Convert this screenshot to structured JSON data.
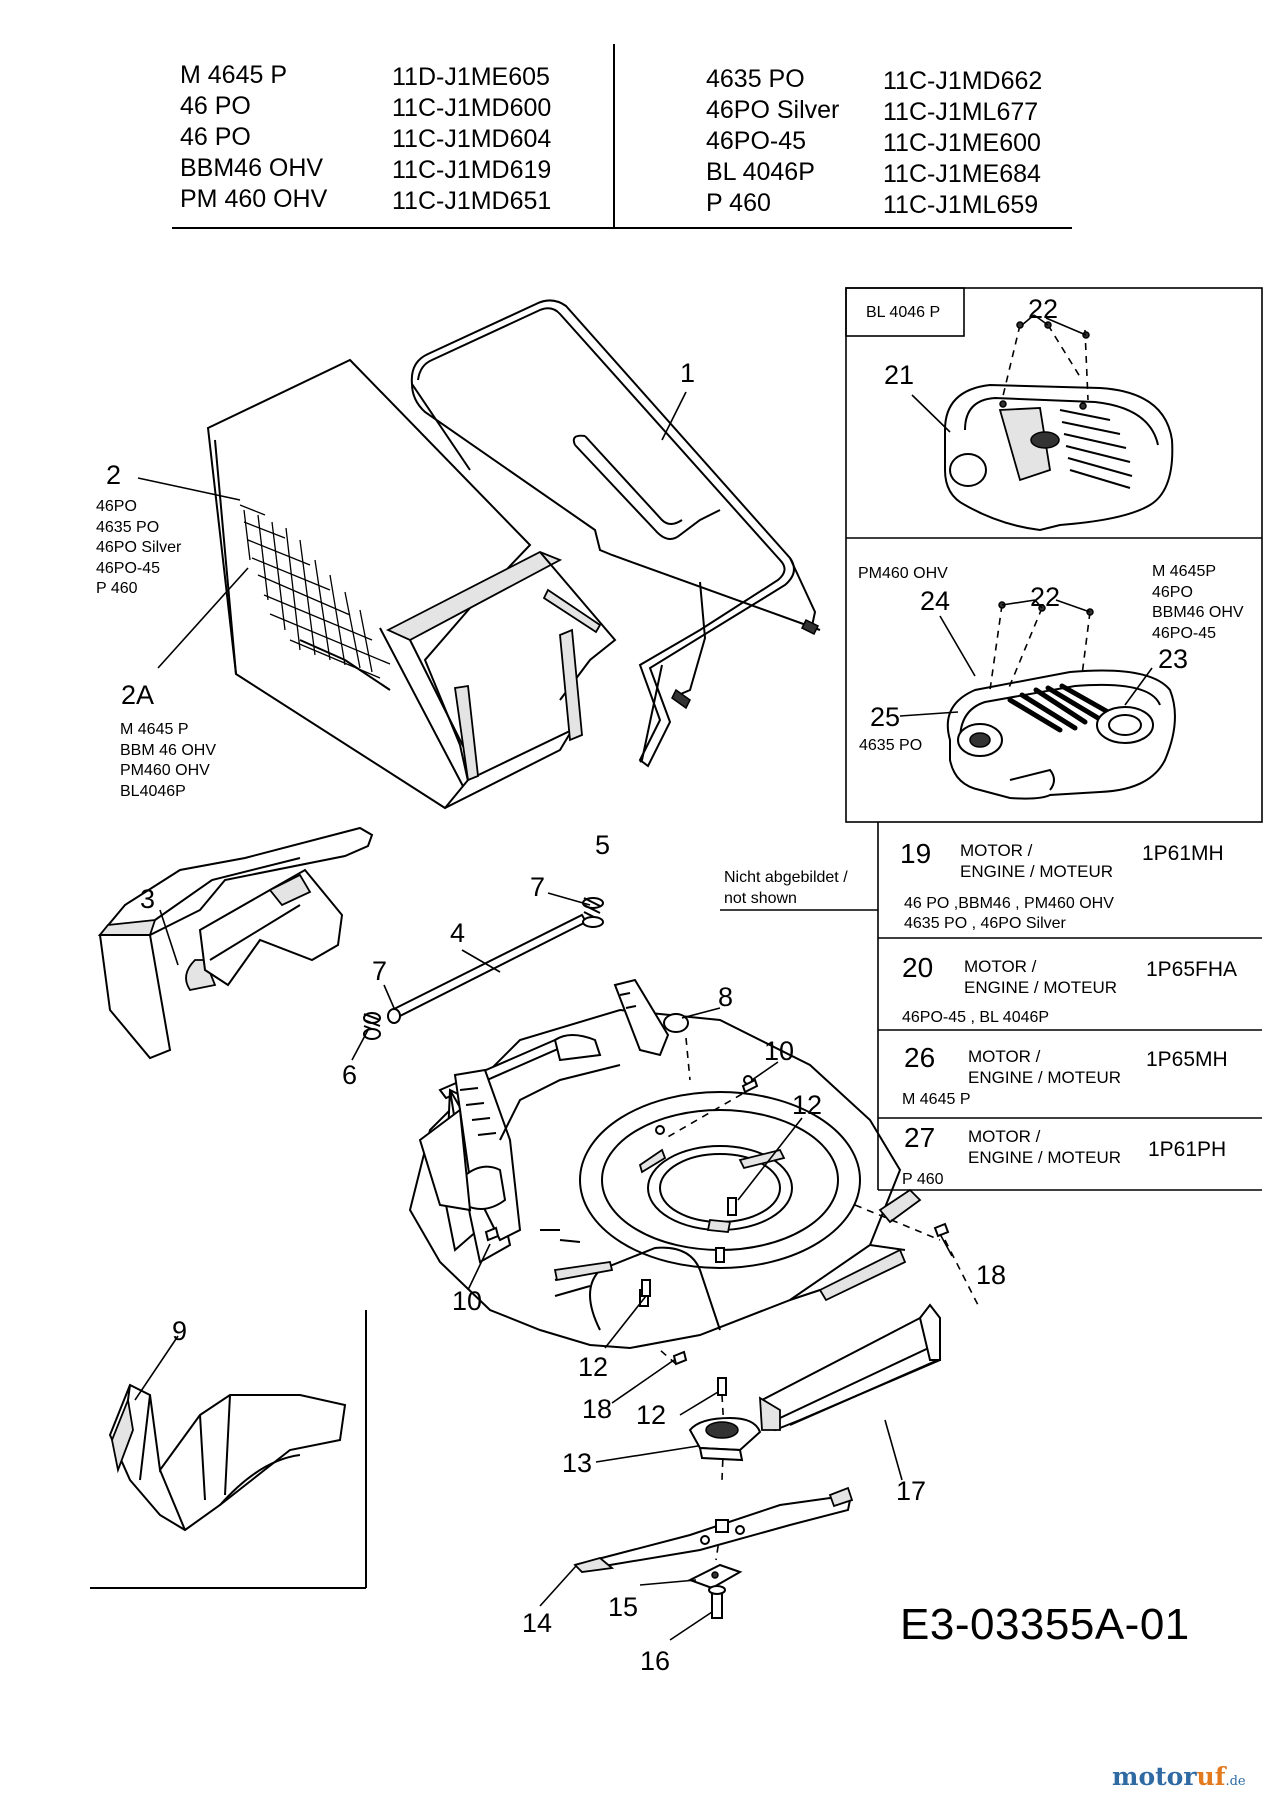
{
  "models_left": [
    {
      "model": "M 4645 P",
      "code": "11D-J1ME605"
    },
    {
      "model": "46 PO",
      "code": "11C-J1MD600"
    },
    {
      "model": "46 PO",
      "code": "11C-J1MD604"
    },
    {
      "model": "BBM46 OHV",
      "code": "11C-J1MD619"
    },
    {
      "model": "PM 460 OHV",
      "code": "11C-J1MD651"
    }
  ],
  "models_right": [
    {
      "model": "4635 PO",
      "code": "11C-J1MD662"
    },
    {
      "model": "46PO Silver",
      "code": "11C-J1ML677"
    },
    {
      "model": "46PO-45",
      "code": "11C-J1ME600"
    },
    {
      "model": "BL 4046P",
      "code": "11C-J1ME684"
    },
    {
      "model": "P 460",
      "code": "11C-J1ML659"
    }
  ],
  "callouts": {
    "c1": "1",
    "c2": "2",
    "c2a": "2A",
    "c3": "3",
    "c4": "4",
    "c5": "5",
    "c6": "6",
    "c7a": "7",
    "c7b": "7",
    "c8": "8",
    "c9": "9",
    "c10a": "10",
    "c10b": "10",
    "c12a": "12",
    "c12b": "12",
    "c12c": "12",
    "c13": "13",
    "c14": "14",
    "c15": "15",
    "c16": "16",
    "c17": "17",
    "c18a": "18",
    "c18b": "18",
    "c21": "21",
    "c22a": "22",
    "c22b": "22",
    "c23": "23",
    "c24": "24",
    "c25": "25"
  },
  "notes": {
    "grassbag_models": [
      "46PO",
      "4635 PO",
      "46PO Silver",
      "46PO-45",
      "P 460"
    ],
    "grassbag_2a_models": [
      "M 4645 P",
      "BBM 46 OHV",
      "PM460 OHV",
      "BL4046P"
    ],
    "box_bl4046p": "BL 4046 P",
    "pm460": "PM460 OHV",
    "cover_models": [
      "M 4645P",
      "46PO",
      "BBM46 OHV",
      "46PO-45"
    ],
    "c25_model": "4635 PO",
    "not_shown": [
      "Nicht abgebildet /",
      "not shown"
    ]
  },
  "engines": [
    {
      "num": "19",
      "label1": "MOTOR /",
      "label2": "ENGINE / MOTEUR",
      "code": "1P61MH",
      "models": [
        "46 PO ,BBM46 , PM460 OHV",
        "4635 PO , 46PO Silver"
      ]
    },
    {
      "num": "20",
      "label1": "MOTOR /",
      "label2": "ENGINE / MOTEUR",
      "code": "1P65FHA",
      "models": [
        "46PO-45 , BL 4046P"
      ]
    },
    {
      "num": "26",
      "label1": "MOTOR /",
      "label2": "ENGINE / MOTEUR",
      "code": "1P65MH",
      "models": [
        "M 4645 P"
      ]
    },
    {
      "num": "27",
      "label1": "MOTOR /",
      "label2": "ENGINE / MOTEUR",
      "code": "1P61PH",
      "models": [
        "P 460"
      ]
    }
  ],
  "diagram_code": "E3-03355A-01",
  "watermark": {
    "main": "motor",
    "accent": "uf",
    "tld": ".de"
  }
}
